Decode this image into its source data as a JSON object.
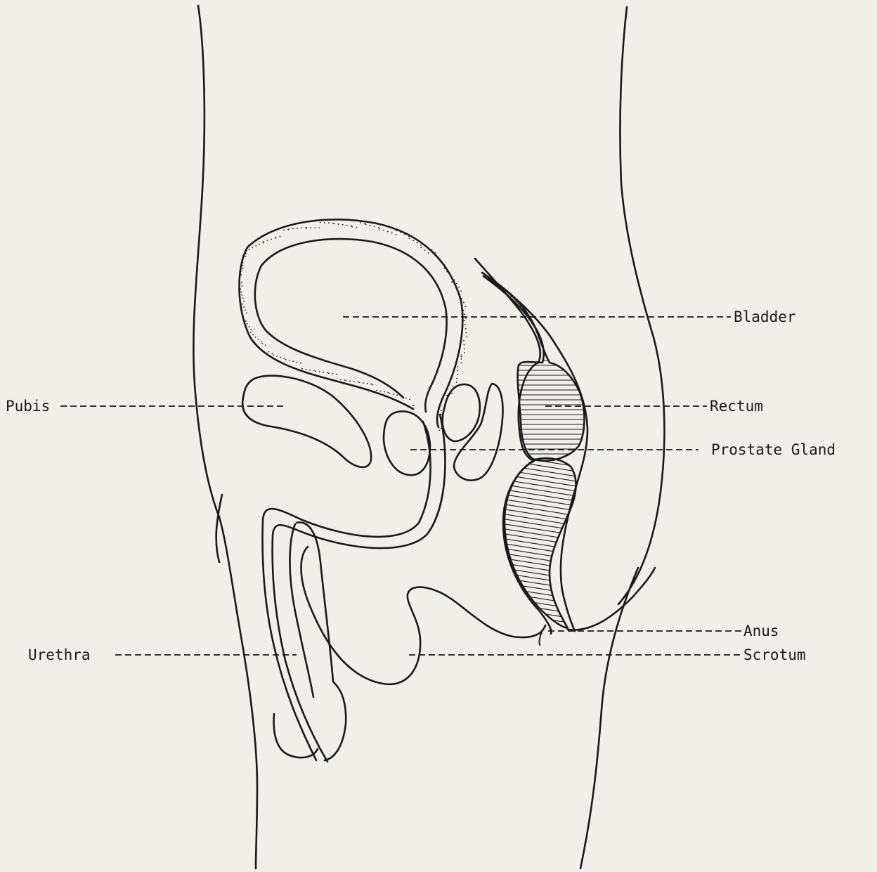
{
  "labels": {
    "bladder": "Bladder",
    "pubis": "Pubis",
    "rectum": "Rectum",
    "prostate": "Prostate Gland",
    "anus": "Anus",
    "urethra": "Urethra",
    "scrotum": "Scrotum"
  },
  "colors": {
    "paper": "#f1efea",
    "ink": "#1a1a1a"
  }
}
